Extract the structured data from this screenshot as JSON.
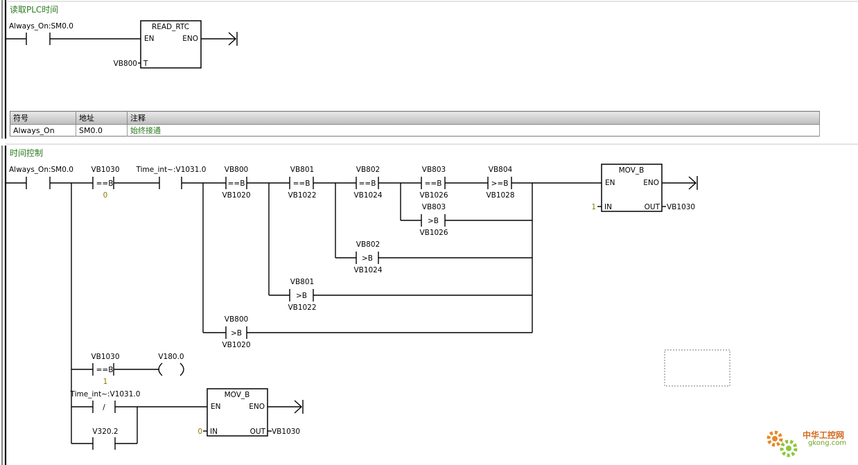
{
  "networks": [
    {
      "comment": "读取PLC时间",
      "contact": "Always_On:SM0.0",
      "box": {
        "title": "READ_RTC",
        "en": "EN",
        "eno": "ENO",
        "t_pin": "T",
        "t_operand": "VB800"
      }
    },
    {
      "comment": "时间控制",
      "contact_always": "Always_On:SM0.0",
      "cmp_vb1030_a": {
        "op1": "VB1030",
        "sym": "==B",
        "op2": "0"
      },
      "contact_time_int": "Time_int~:V1031.0",
      "cmp_row1": [
        {
          "op1": "VB800",
          "sym": "==B",
          "op2": "VB1020"
        },
        {
          "op1": "VB801",
          "sym": "==B",
          "op2": "VB1022"
        },
        {
          "op1": "VB802",
          "sym": "==B",
          "op2": "VB1024"
        },
        {
          "op1": "VB803",
          "sym": "==B",
          "op2": "VB1026"
        },
        {
          "op1": "VB804",
          "sym": ">=B",
          "op2": "VB1028"
        }
      ],
      "cmp_branch": [
        {
          "op1": "VB803",
          "sym": ">B",
          "op2": "VB1026"
        },
        {
          "op1": "VB802",
          "sym": ">B",
          "op2": "VB1024"
        },
        {
          "op1": "VB801",
          "sym": ">B",
          "op2": "VB1022"
        },
        {
          "op1": "VB800",
          "sym": ">B",
          "op2": "VB1020"
        }
      ],
      "mov1": {
        "title": "MOV_B",
        "en": "EN",
        "eno": "ENO",
        "in_pin": "IN",
        "in_value": "1",
        "out_pin": "OUT",
        "out_operand": "VB1030"
      },
      "cmp_vb1030_b": {
        "op1": "VB1030",
        "sym": "==B",
        "op2": "1"
      },
      "coil": "V180.0",
      "contact_time_int_nc": "Time_int~:V1031.0",
      "nc_symbol": "/",
      "contact_v320": "V320.2",
      "mov2": {
        "title": "MOV_B",
        "en": "EN",
        "eno": "ENO",
        "in_pin": "IN",
        "in_value": "0",
        "out_pin": "OUT",
        "out_operand": "VB1030"
      }
    }
  ],
  "symbol_table": {
    "headers": [
      "符号",
      "地址",
      "注释"
    ],
    "rows": [
      [
        "Always_On",
        "SM0.0",
        "始终接通"
      ]
    ]
  },
  "watermark": {
    "text": "中华工控网",
    "sub": "gkong.com"
  },
  "colors": {
    "comment": "#2a7a1e",
    "constant": "#8a7a00",
    "watermark": "#d2691e"
  }
}
